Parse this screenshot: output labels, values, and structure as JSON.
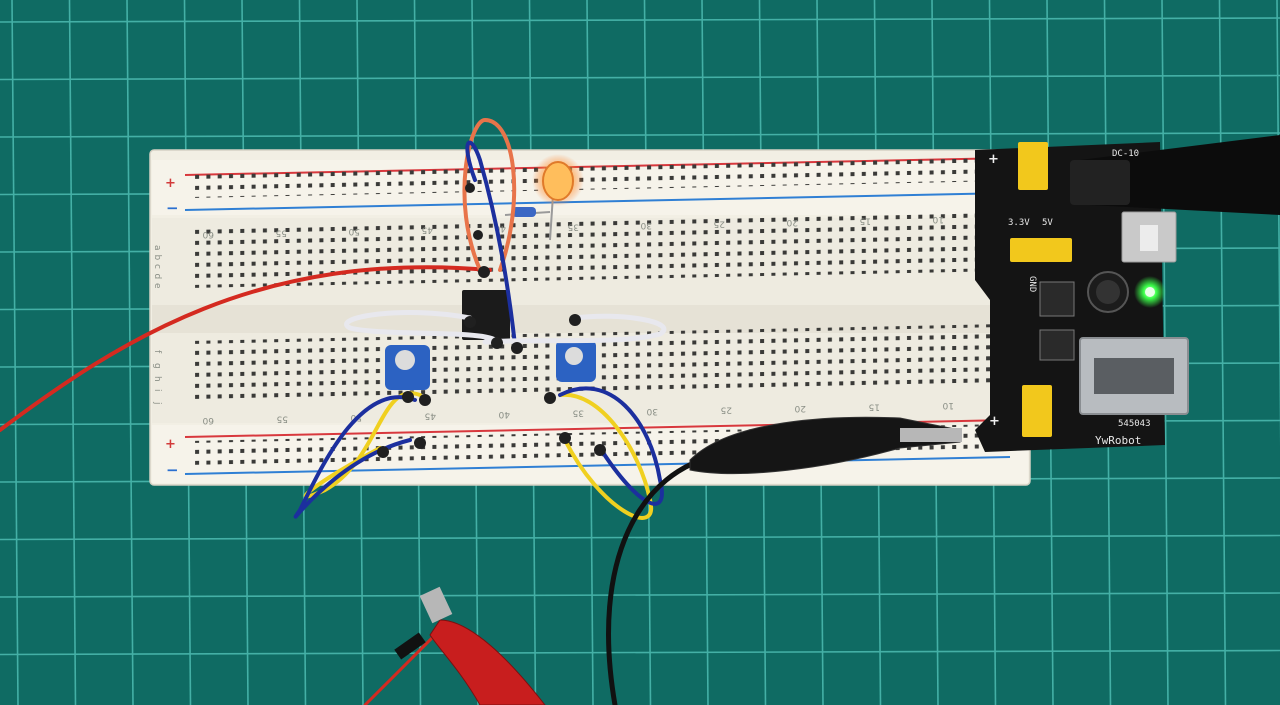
{
  "breadboard": {
    "rail_plus": "+",
    "rail_minus": "−",
    "row_letters_top": [
      "a",
      "b",
      "c",
      "d",
      "e"
    ],
    "row_letters_bottom": [
      "f",
      "g",
      "h",
      "i",
      "j"
    ],
    "col_numbers_top": [
      "60",
      "55",
      "50",
      "45",
      "40",
      "35",
      "30",
      "25",
      "20",
      "15",
      "10"
    ],
    "col_numbers_bottom": [
      "60",
      "55",
      "50",
      "45",
      "40",
      "35",
      "30",
      "25",
      "20",
      "15",
      "10"
    ]
  },
  "power_module": {
    "brand": "YwRobot",
    "connector_label": "DC-10",
    "voltage_3v3": "3.3V",
    "voltage_5v": "5V",
    "gnd_label": "GND",
    "part_code": "545043",
    "indicator_color": "#3cff4a"
  },
  "led": {
    "color": "#ff9a3c",
    "state": "on"
  },
  "colors": {
    "mat": "#0f6b63",
    "grid": "#56c8bd",
    "board": "#f2efe4",
    "rail_red": "#d8383d",
    "rail_blue": "#2f7fd4",
    "wire_red": "#d42a20",
    "wire_orange": "#e8744a",
    "wire_blue": "#1c2f9e",
    "wire_yellow": "#f0d020",
    "wire_white": "#e8e8ee",
    "wire_black": "#111111"
  }
}
